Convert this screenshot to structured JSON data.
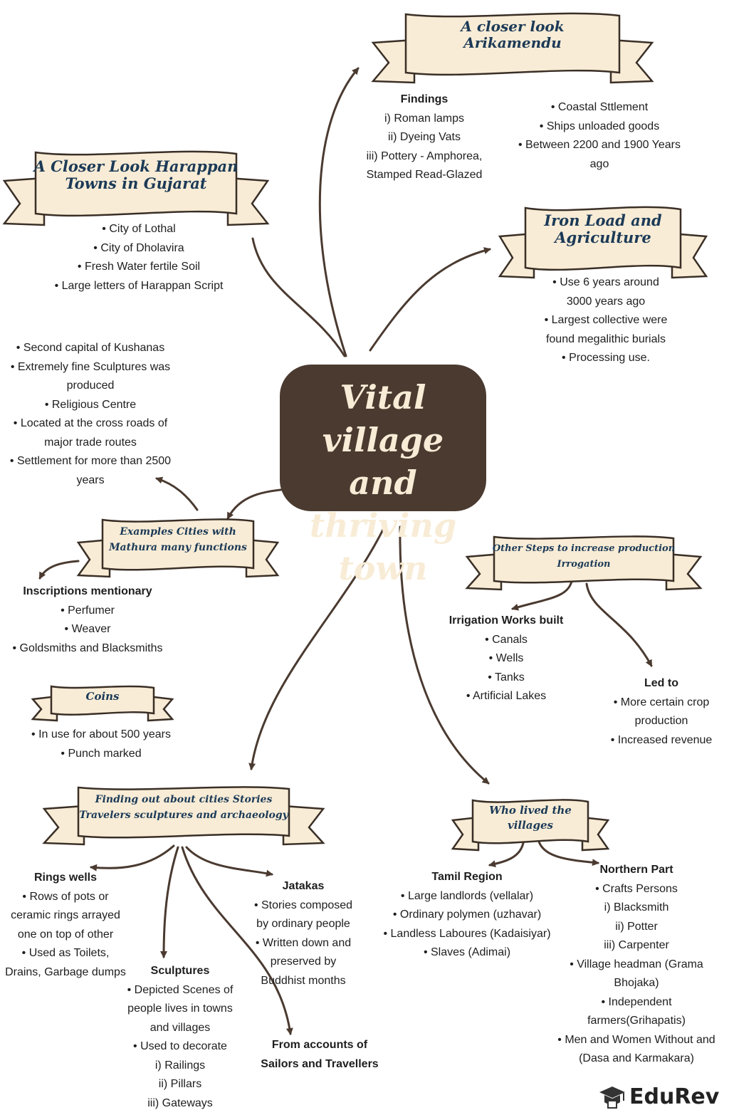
{
  "title": [
    "Vital village",
    "and thriving",
    "town"
  ],
  "banners": {
    "arikamendu": [
      "A closer look",
      "Arikamendu"
    ],
    "harappan": [
      "A Closer Look Harappan",
      "Towns in Gujarat"
    ],
    "iron": [
      "Iron Load and",
      "Agriculture"
    ],
    "mathura": [
      "Examples Cities with",
      "Mathura many functions"
    ],
    "irrigation": [
      "Other Steps to increase production",
      "Irrogation"
    ],
    "coins": [
      "Coins"
    ],
    "finding": [
      "Finding out about cities Stories",
      "Travelers sculptures and archaeology"
    ],
    "villages": [
      "Who lived the",
      "villages"
    ]
  },
  "findings": {
    "heading": "Findings",
    "lines": [
      "i) Roman lamps",
      "ii) Dyeing Vats",
      "iii) Pottery - Amphorea,",
      "Stamped Read-Glazed"
    ]
  },
  "coastal": [
    "• Coastal Sttlement",
    "• Ships unloaded goods",
    "• Between 2200 and 1900 Years",
    "ago"
  ],
  "gujarat": [
    "• City of Lothal",
    "• City of Dholavira",
    "• Fresh Water fertile Soil",
    "• Large letters of Harappan Script"
  ],
  "iron_points": [
    "• Use 6 years around",
    "3000 years ago",
    "• Largest collective were",
    "found megalithic burials",
    "• Processing use."
  ],
  "kushanas": [
    "• Second capital of Kushanas",
    "• Extremely fine Sculptures was",
    "produced",
    "• Religious Centre",
    "• Located at the cross roads of",
    "major trade routes",
    "• Settlement for more than 2500",
    "years"
  ],
  "inscriptions": {
    "heading": "Inscriptions mentionary",
    "lines": [
      "• Perfumer",
      "• Weaver",
      "• Goldsmiths and Blacksmiths"
    ]
  },
  "irrigation_works": {
    "heading": "Irrigation Works built",
    "lines": [
      "• Canals",
      "• Wells",
      "• Tanks",
      "• Artificial Lakes"
    ]
  },
  "led_to": {
    "heading": "Led to",
    "lines": [
      "• More certain crop",
      "production",
      "• Increased revenue"
    ]
  },
  "coins_points": [
    "• In use for about 500 years",
    "• Punch marked"
  ],
  "rings": {
    "heading": "Rings wells",
    "lines": [
      "• Rows of pots or",
      "ceramic rings arrayed",
      "one on top of other",
      "• Used as Toilets,",
      "Drains, Garbage dumps"
    ]
  },
  "sculptures": {
    "heading": "Sculptures",
    "lines": [
      "• Depicted Scenes of",
      "people lives in towns",
      "and villages",
      "• Used to decorate",
      "i) Railings",
      "ii) Pillars",
      "iii) Gateways"
    ]
  },
  "jatakas": {
    "heading": "Jatakas",
    "lines": [
      "• Stories composed",
      "by ordinary people",
      "• Written down and",
      "preserved by",
      "Buddhist months"
    ]
  },
  "accounts": {
    "heading": "From accounts of",
    "heading2": "Sailors and Travellers"
  },
  "tamil": {
    "heading": "Tamil Region",
    "lines": [
      "• Large landlords (vellalar)",
      "• Ordinary polymen (uzhavar)",
      "• Landless Laboures (Kadaisiyar)",
      "• Slaves (Adimai)"
    ]
  },
  "northern": {
    "heading": "Northern Part",
    "lines": [
      "• Crafts Persons",
      "i) Blacksmith",
      "ii) Potter",
      "iii) Carpenter",
      "• Village headman (Grama",
      "Bhojaka)",
      "• Independent",
      "farmers(Grihapatis)",
      "• Men and Women Without and",
      "(Dasa and Karmakara)"
    ]
  },
  "logo": "EduRev",
  "colors": {
    "banner_fill": "#f8ecd6",
    "banner_stroke": "#3a2f26",
    "banner_text": "#1c3a57",
    "center_fill": "#4a3a30",
    "center_text": "#f8ecd6",
    "arrow": "#4a3a30"
  }
}
